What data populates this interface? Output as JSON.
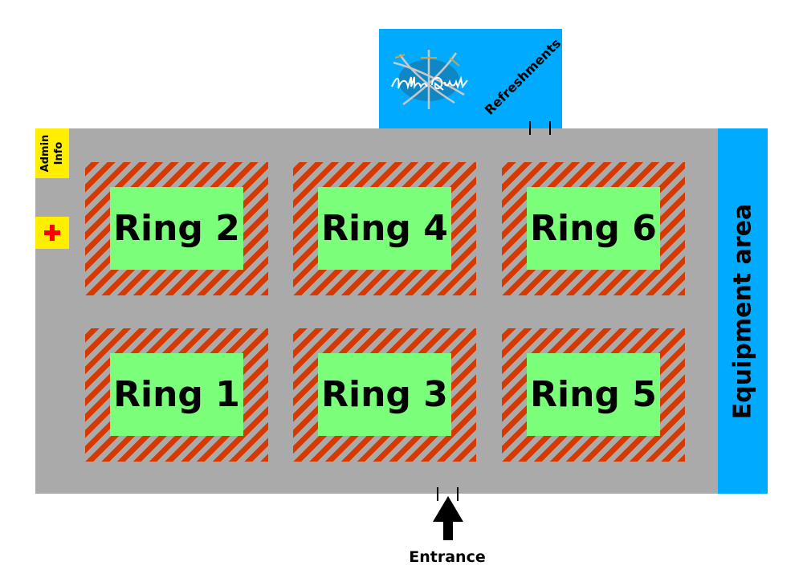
{
  "rings": [
    {
      "label": "Ring 2"
    },
    {
      "label": "Ring 4"
    },
    {
      "label": "Ring 6"
    },
    {
      "label": "Ring 1"
    },
    {
      "label": "Ring 3"
    },
    {
      "label": "Ring 5"
    }
  ],
  "areas": {
    "equipment": "Equipment area",
    "refreshments": "Refreshments",
    "admin_line1": "Admin",
    "admin_line2": "Info",
    "entrance": "Entrance"
  },
  "logo_text": "Hellish Quart",
  "colors": {
    "hall": "#aaaaaa",
    "ring_green": "#7bff7b",
    "stripe": "#d63a00",
    "blue": "#00aaff",
    "yellow": "#ffee00",
    "cross": "#ff0000"
  }
}
